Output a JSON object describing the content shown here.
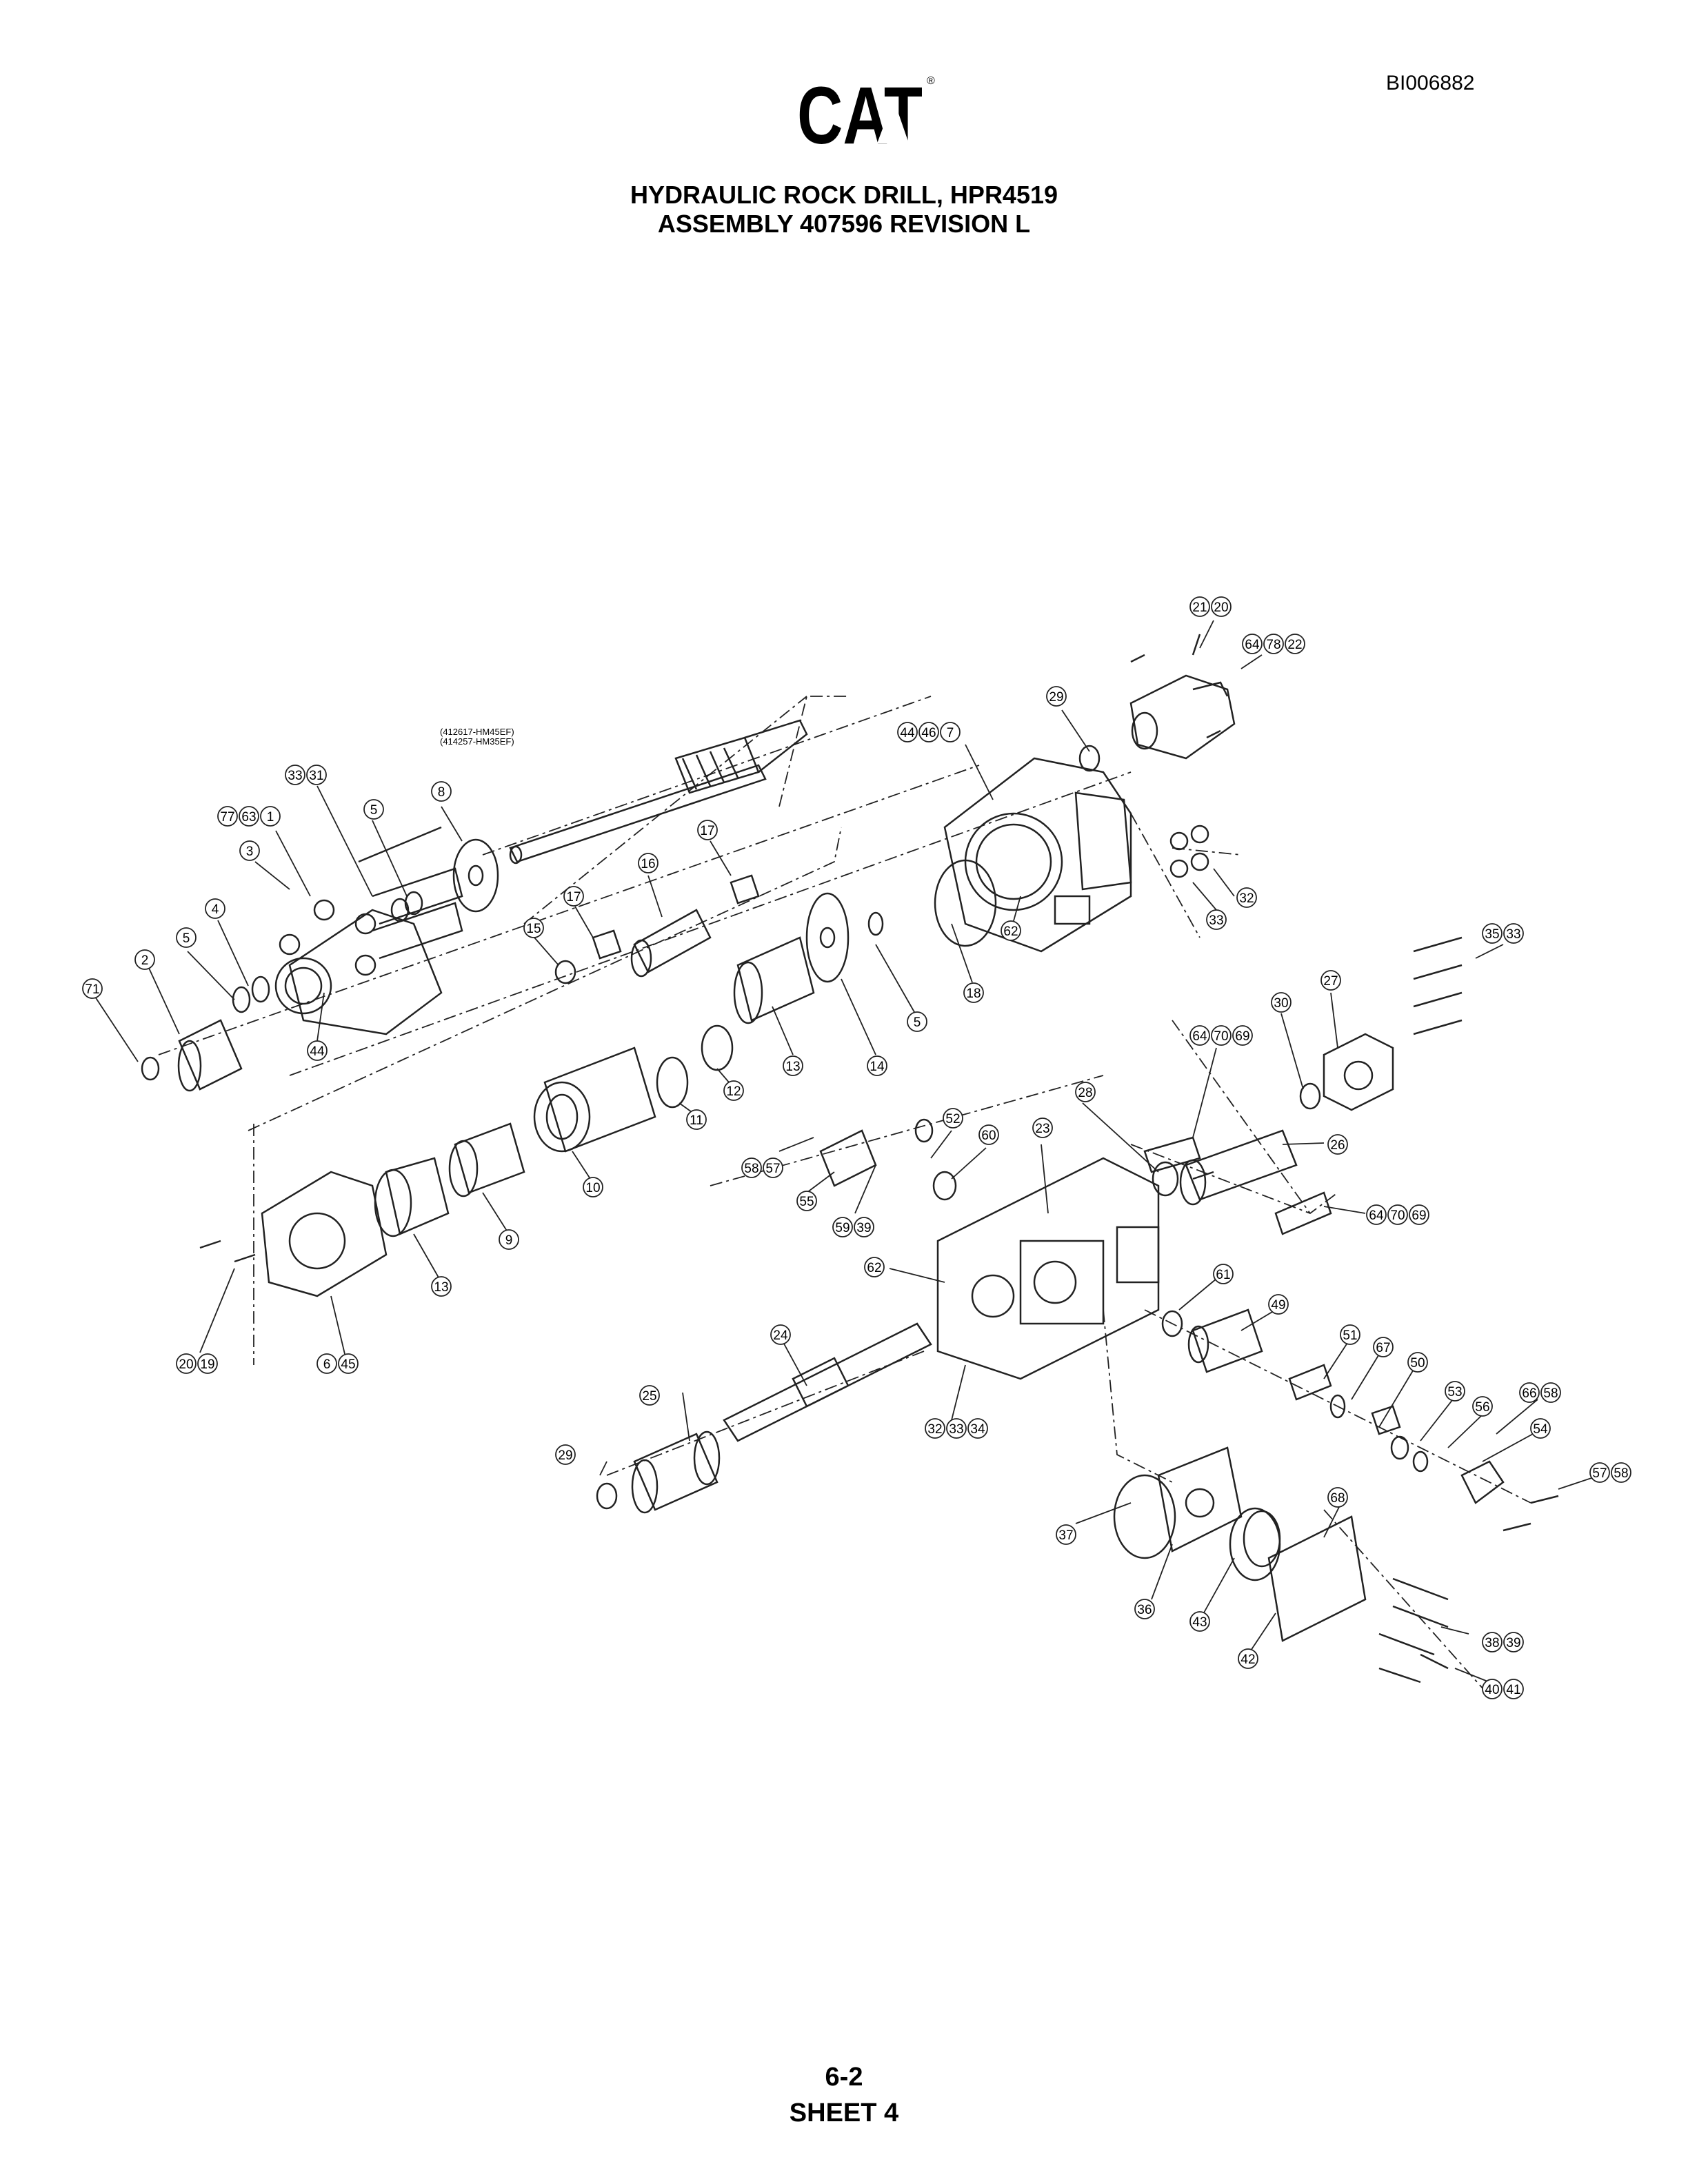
{
  "header": {
    "doc_id": "BI006882",
    "brand": "CAT",
    "registered_mark": "®",
    "title_line1": "HYDRAULIC ROCK DRILL, HPR4519",
    "title_line2": "ASSEMBLY 407596 REVISION L"
  },
  "drawing": {
    "shaft_note_line1": "(412617-HM45EF)",
    "shaft_note_line2": "(414257-HM35EF)",
    "callouts": [
      [
        "21",
        "20"
      ],
      [
        "64",
        "78",
        "22"
      ],
      [
        "29"
      ],
      [
        "44",
        "46",
        "7"
      ],
      [
        "33",
        "31"
      ],
      [
        "8"
      ],
      [
        "77",
        "63",
        "1"
      ],
      [
        "5"
      ],
      [
        "3"
      ],
      [
        "17"
      ],
      [
        "16"
      ],
      [
        "17"
      ],
      [
        "4"
      ],
      [
        "15"
      ],
      [
        "5"
      ],
      [
        "2"
      ],
      [
        "71"
      ],
      [
        "44"
      ],
      [
        "32"
      ],
      [
        "33"
      ],
      [
        "62"
      ],
      [
        "18"
      ],
      [
        "5"
      ],
      [
        "14"
      ],
      [
        "13"
      ],
      [
        "12"
      ],
      [
        "11"
      ],
      [
        "10"
      ],
      [
        "9"
      ],
      [
        "13"
      ],
      [
        "6",
        "45"
      ],
      [
        "20",
        "19"
      ],
      [
        "35",
        "33"
      ],
      [
        "27"
      ],
      [
        "30"
      ],
      [
        "64",
        "70",
        "69"
      ],
      [
        "26"
      ],
      [
        "52"
      ],
      [
        "60"
      ],
      [
        "28"
      ],
      [
        "23"
      ],
      [
        "58",
        "57"
      ],
      [
        "55"
      ],
      [
        "59",
        "39"
      ],
      [
        "64",
        "70",
        "69"
      ],
      [
        "62"
      ],
      [
        "61"
      ],
      [
        "49"
      ],
      [
        "24"
      ],
      [
        "51"
      ],
      [
        "67"
      ],
      [
        "50"
      ],
      [
        "53"
      ],
      [
        "56"
      ],
      [
        "66",
        "58"
      ],
      [
        "54"
      ],
      [
        "57",
        "58"
      ],
      [
        "25"
      ],
      [
        "32",
        "33",
        "34"
      ],
      [
        "29"
      ],
      [
        "37"
      ],
      [
        "68"
      ],
      [
        "36"
      ],
      [
        "43"
      ],
      [
        "38",
        "39"
      ],
      [
        "42"
      ],
      [
        "40",
        "41"
      ]
    ]
  },
  "footer": {
    "page_number": "6-2",
    "sheet": "SHEET 4"
  }
}
